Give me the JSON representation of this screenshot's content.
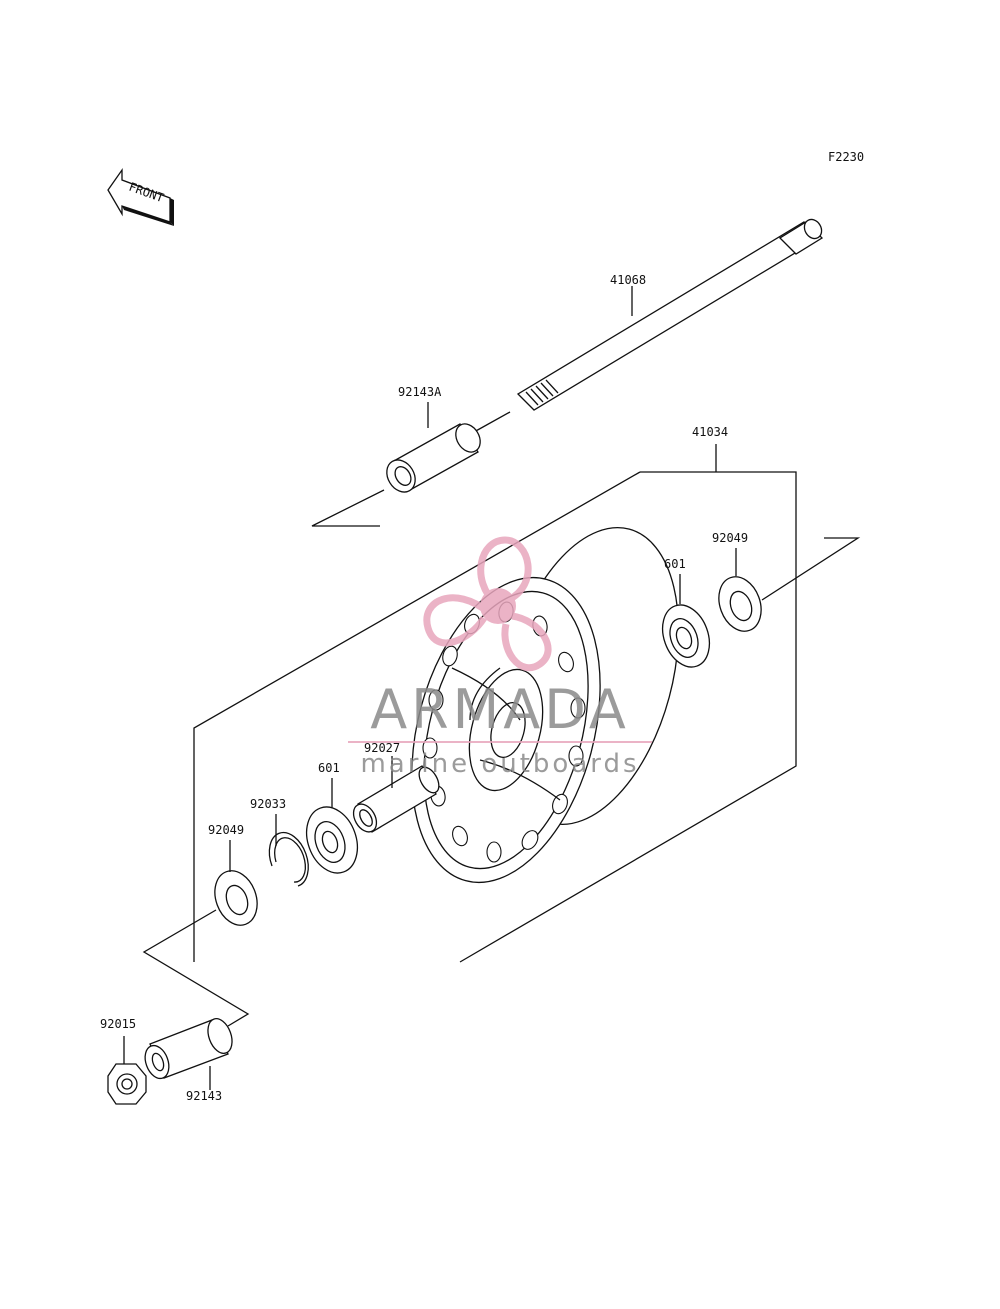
{
  "diagram": {
    "code": "F2230",
    "front_label": "FRONT",
    "parts": {
      "axle": "41068",
      "collar_a": "92143A",
      "wheel": "41034",
      "seal_right": "92049",
      "bearing_right": "601",
      "spacer": "92027",
      "bearing_left": "601",
      "circlip": "92033",
      "seal_left": "92049",
      "nut": "92015",
      "collar": "92143"
    }
  },
  "watermark": {
    "brand": "ARMADA",
    "tagline": "marine outboards",
    "colors": {
      "logo": "#e8a6bd",
      "text": "#8a8a8a"
    }
  },
  "colors": {
    "ink": "#111111",
    "background": "#ffffff"
  }
}
